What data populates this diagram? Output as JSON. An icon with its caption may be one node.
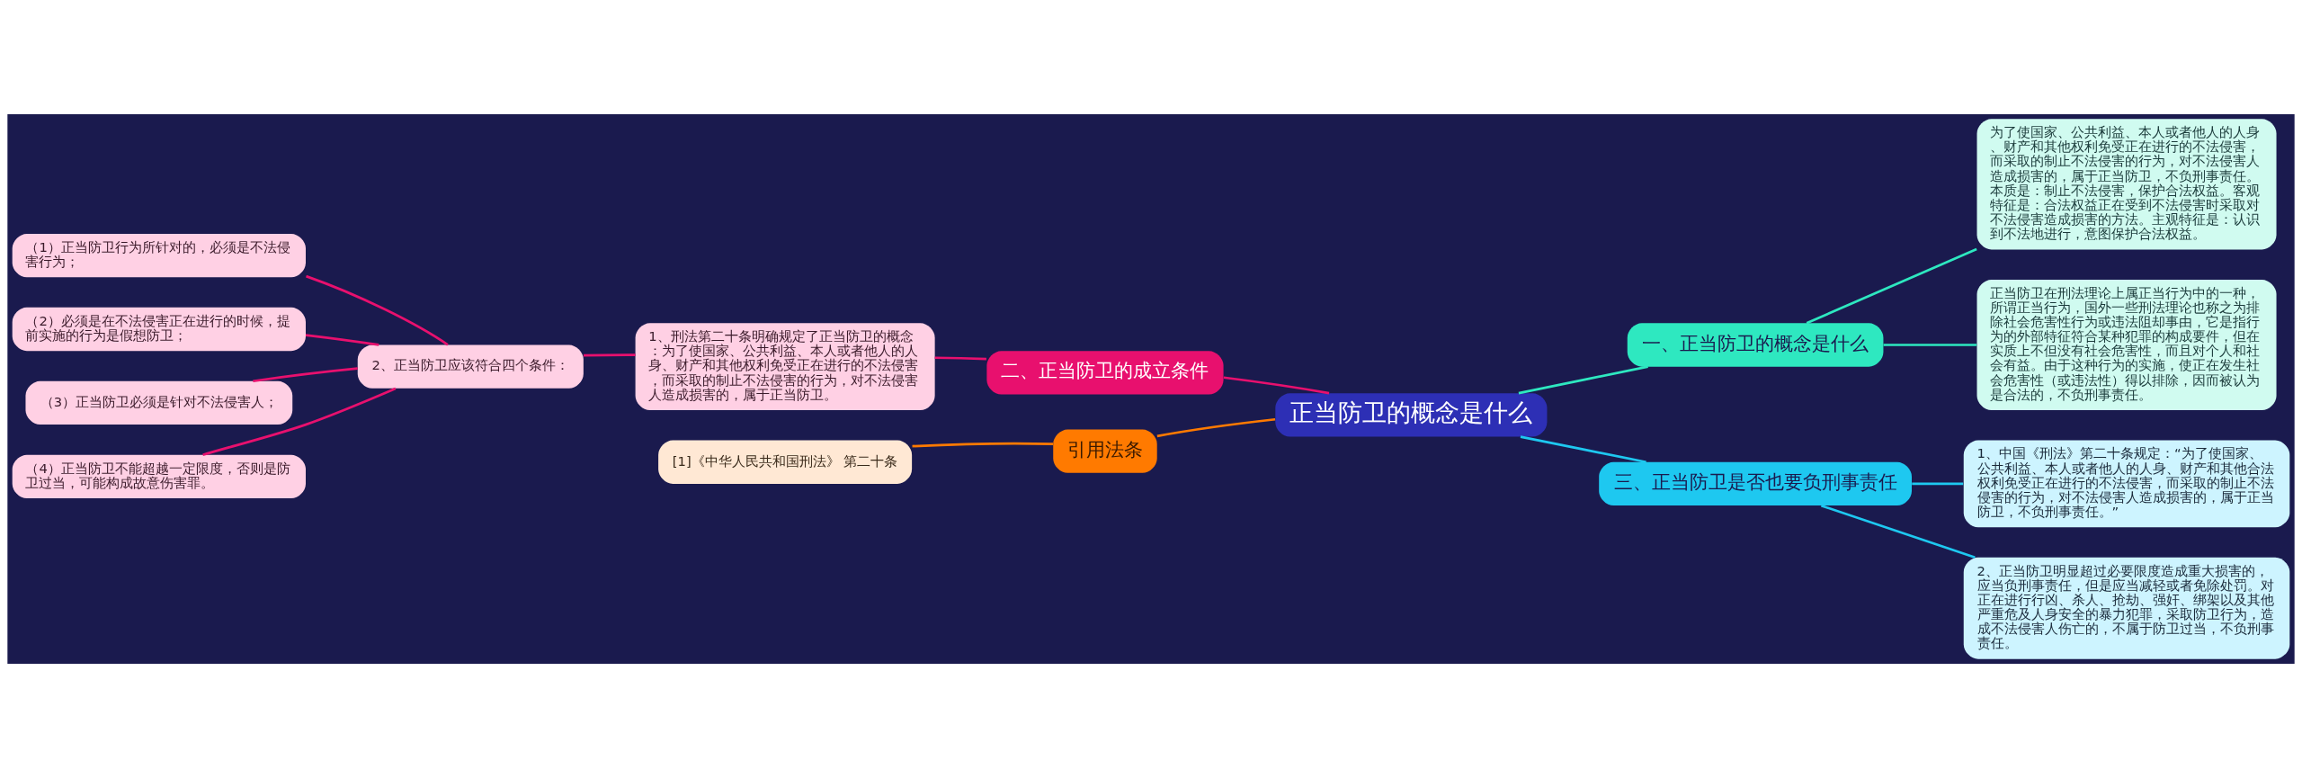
{
  "diagram": {
    "nodes": [
      {
        "text": [
          "正当防卫的概念是什么"
        ]
      },
      {
        "text": [
          "一、正当防卫的概念是什么"
        ]
      },
      {
        "text": [
          "为了使国家、公共利益、本人或者他人的人身、财产和其他权利免受正在进行的不法侵害，而采取的制止不法侵害的行为，对不法侵害人造成损害的，属于正当防卫，不负刑事责任。本质是：制止不法侵害，保护合法权益。客观特征是：合法权益正在受到不法侵害时采取对不法侵害造成损害的方法。主观特征是：认识到不法地进行，意图保护合法权益。"
        ]
      },
      {
        "text": [
          "正当防卫在刑法理论上属正当行为中的一种，所谓正当行为，国外一些刑法理论也称之为排除社会危害性行为或违法阻却事由，它是指行为的外部特征符合某种犯罪的构成要件，但在实质上不但没有社会危害性，而且对个人和社会有益。由于这种行为的实施，使正在发生社会危害性（或违法性）得以排除，因而被认为是合法的，不负刑事责任。"
        ]
      },
      {
        "text": [
          "二、正当防卫的成立条件"
        ]
      },
      {
        "text": [
          "1、刑法第二十条明确规定了正当防卫的概念：为了使国家、公共利益、本人或者他人的人身、财产和其他权利免受正在进行的不法侵害，而采取的制止不法侵害的行为，对不法侵害人造成损害的，属于正当防卫。"
        ]
      },
      {
        "text": [
          "2、正当防卫应该符合四个条件："
        ]
      },
      {
        "text": [
          "（1）正当防卫行为所针对的，必须是不法侵害行为；"
        ]
      },
      {
        "text": [
          "（2）必须是在不法侵害正在进行的时候，提前实施的行为是假想防卫；"
        ]
      },
      {
        "text": [
          "（3）正当防卫必须是针对不法侵害人；"
        ]
      },
      {
        "text": [
          "（4）正当防卫不能超越一定限度，否则是防卫过当，可能构成故意伤害罪。"
        ]
      },
      {
        "text": [
          "引用法条"
        ]
      },
      {
        "text": [
          "[1]《中华人民共和国刑法》 第二十条"
        ]
      },
      {
        "text": [
          "三、正当防卫是否也要负刑事责任"
        ]
      },
      {
        "text": [
          "1、中国《刑法》第二十条规定：“为了使国家、公共利益、本人或者他人的人身、财产和其他合法权利免受正在进行的不法侵害，而采取的制止不法侵害的行为，对不法侵害人造成损害的，属于正当防卫，不负刑事责任。”"
        ]
      },
      {
        "text": [
          "2、正当防卫明显超过必要限度造成重大损害的，应当负刑事责任，但是应当减轻或者免除处罚。对正在进行行凶、杀人、抢劫、强奸、绑架以及其他严重危及人身安全的暴力犯罪，采取防卫行为，造成不法侵害人伤亡的，不属于防卫过当，不负刑事责任。"
        ]
      }
    ],
    "edges": [
      {
        "from": 0,
        "to": 1,
        "arrow": "none",
        "color": "#2ee8c0"
      },
      {
        "from": 1,
        "to": 2,
        "arrow": "none",
        "color": "#2ee8c0"
      },
      {
        "from": 1,
        "to": 3,
        "arrow": "none",
        "color": "#2ee8c0"
      },
      {
        "from": 0,
        "to": 4,
        "arrow": "none",
        "color": "#e8106e"
      },
      {
        "from": 4,
        "to": 5,
        "arrow": "none",
        "color": "#e8106e"
      },
      {
        "from": 5,
        "to": 6,
        "arrow": "none",
        "color": "#e8106e"
      },
      {
        "from": 6,
        "to": 7,
        "arrow": "none",
        "color": "#e8106e"
      },
      {
        "from": 6,
        "to": 8,
        "arrow": "none",
        "color": "#e8106e"
      },
      {
        "from": 6,
        "to": 9,
        "arrow": "none",
        "color": "#e8106e"
      },
      {
        "from": 6,
        "to": 10,
        "arrow": "none",
        "color": "#e8106e"
      },
      {
        "from": 0,
        "to": 11,
        "arrow": "none",
        "color": "#ff7a00"
      },
      {
        "from": 11,
        "to": 12,
        "arrow": "none",
        "color": "#ff7a00"
      },
      {
        "from": 0,
        "to": 13,
        "arrow": "none",
        "color": "#1ec8f0"
      },
      {
        "from": 13,
        "to": 14,
        "arrow": "none",
        "color": "#1ec8f0"
      },
      {
        "from": 13,
        "to": 15,
        "arrow": "none",
        "color": "#1ec8f0"
      }
    ]
  }
}
